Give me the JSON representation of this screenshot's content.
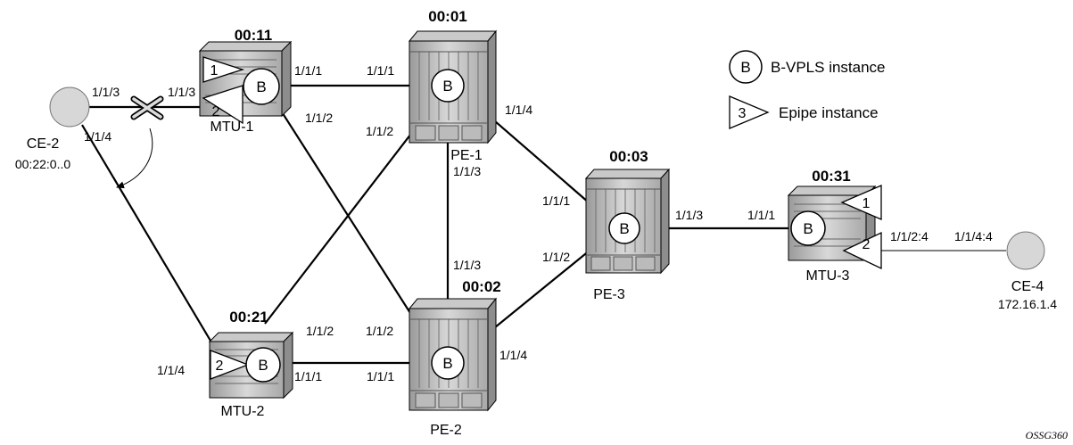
{
  "nodes": {
    "pe1": {
      "name": "PE-1",
      "id": "00:01"
    },
    "pe2": {
      "name": "PE-2",
      "id": "00:02"
    },
    "pe3": {
      "name": "PE-3",
      "id": "00:03"
    },
    "mtu1": {
      "name": "MTU-1",
      "id": "00:11"
    },
    "mtu2": {
      "name": "MTU-2",
      "id": "00:21"
    },
    "mtu3": {
      "name": "MTU-3",
      "id": "00:31"
    },
    "ce2": {
      "name": "CE-2",
      "address": "00:22:0..0"
    },
    "ce4": {
      "name": "CE-4",
      "address": "172.16.1.4"
    }
  },
  "bvpls_symbol": "B",
  "epipe": {
    "one": "1",
    "two": "2",
    "three": "3"
  },
  "ports": {
    "ce2_to_mtu1": "1/1/3",
    "mtu1_from_ce2": "1/1/3",
    "ce2_to_mtu2": "1/1/4",
    "mtu2_from_ce2": "1/1/4",
    "mtu1_to_pe1": "1/1/1",
    "pe1_from_mtu1": "1/1/1",
    "mtu1_to_pe2": "1/1/2",
    "pe1_from_mtu2": "1/1/2",
    "pe1_to_pe3": "1/1/4",
    "pe1_to_pe2": "1/1/3",
    "pe2_to_pe1": "1/1/3",
    "pe3_from_pe1": "1/1/1",
    "pe3_from_pe2": "1/1/2",
    "pe3_to_mtu3": "1/1/3",
    "mtu3_from_pe3": "1/1/1",
    "mtu2_to_pe1": "1/1/2",
    "pe2_from_mtu1": "1/1/2",
    "mtu2_to_pe2": "1/1/1",
    "pe2_from_mtu2": "1/1/1",
    "pe2_to_pe3": "1/1/4",
    "mtu3_to_ce4": "1/1/2:4",
    "ce4_from_mtu3": "1/1/4:4"
  },
  "legend": {
    "bvpls_label": "B-VPLS instance",
    "epipe_label": "Epipe instance"
  },
  "figure_ref": "OSSG360"
}
